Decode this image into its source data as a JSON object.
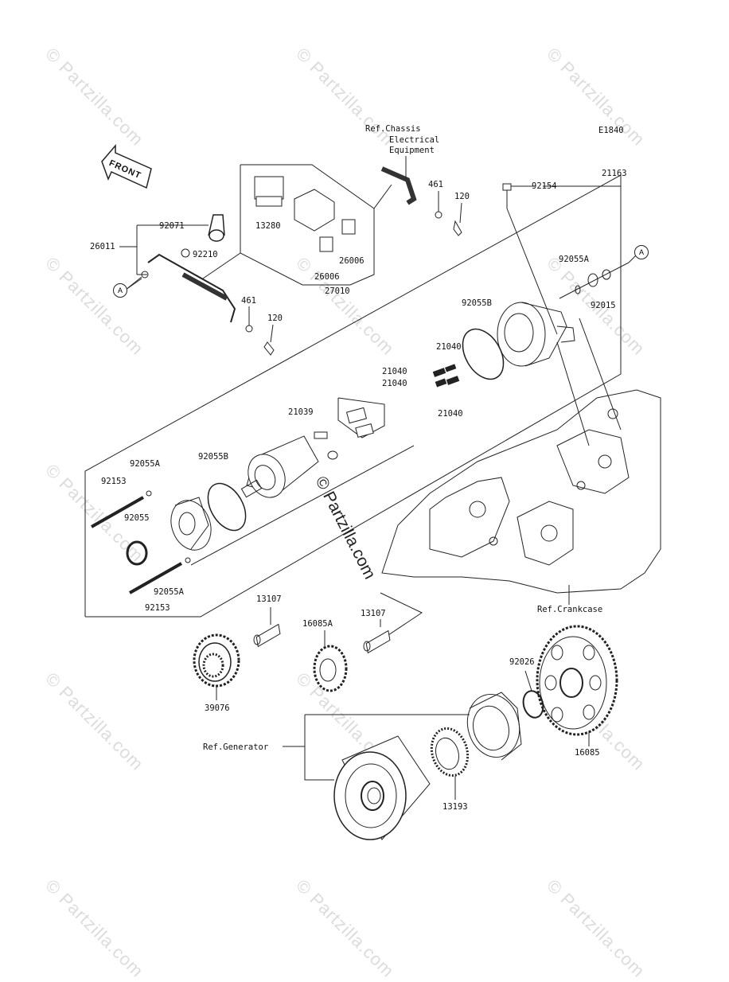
{
  "diagram_code": "E1840",
  "front_label": "FRONT",
  "callout_a": "A",
  "watermark": "© Partzilla.com",
  "center_watermark": "© Partzilla.com",
  "refs": {
    "chassis_1": "Ref.Chassis",
    "chassis_2": "Electrical",
    "chassis_3": "Equipment",
    "crankcase": "Ref.Crankcase",
    "generator": "Ref.Generator"
  },
  "parts": {
    "p92071": "92071",
    "p26011": "26011",
    "p92210": "92210",
    "p13280": "13280",
    "p26006a": "26006",
    "p26006b": "26006",
    "p27010": "27010",
    "p461a": "461",
    "p120a": "120",
    "p461b": "461",
    "p120b": "120",
    "p92154": "92154",
    "p21163": "21163",
    "p92055A_top": "92055A",
    "p92015": "92015",
    "p92055B_top": "92055B",
    "p21040a": "21040",
    "p21040b": "21040",
    "p21040c": "21040",
    "p21040d": "21040",
    "p21039": "21039",
    "p92055A_l1": "92055A",
    "p92055B_l": "92055B",
    "p92153a": "92153",
    "p92055": "92055",
    "p92153b": "92153",
    "p92055A_l2": "92055A",
    "p13107a": "13107",
    "p13107b": "13107",
    "p16085A": "16085A",
    "p39076": "39076",
    "p92026": "92026",
    "p16085": "16085",
    "p13193": "13193"
  }
}
